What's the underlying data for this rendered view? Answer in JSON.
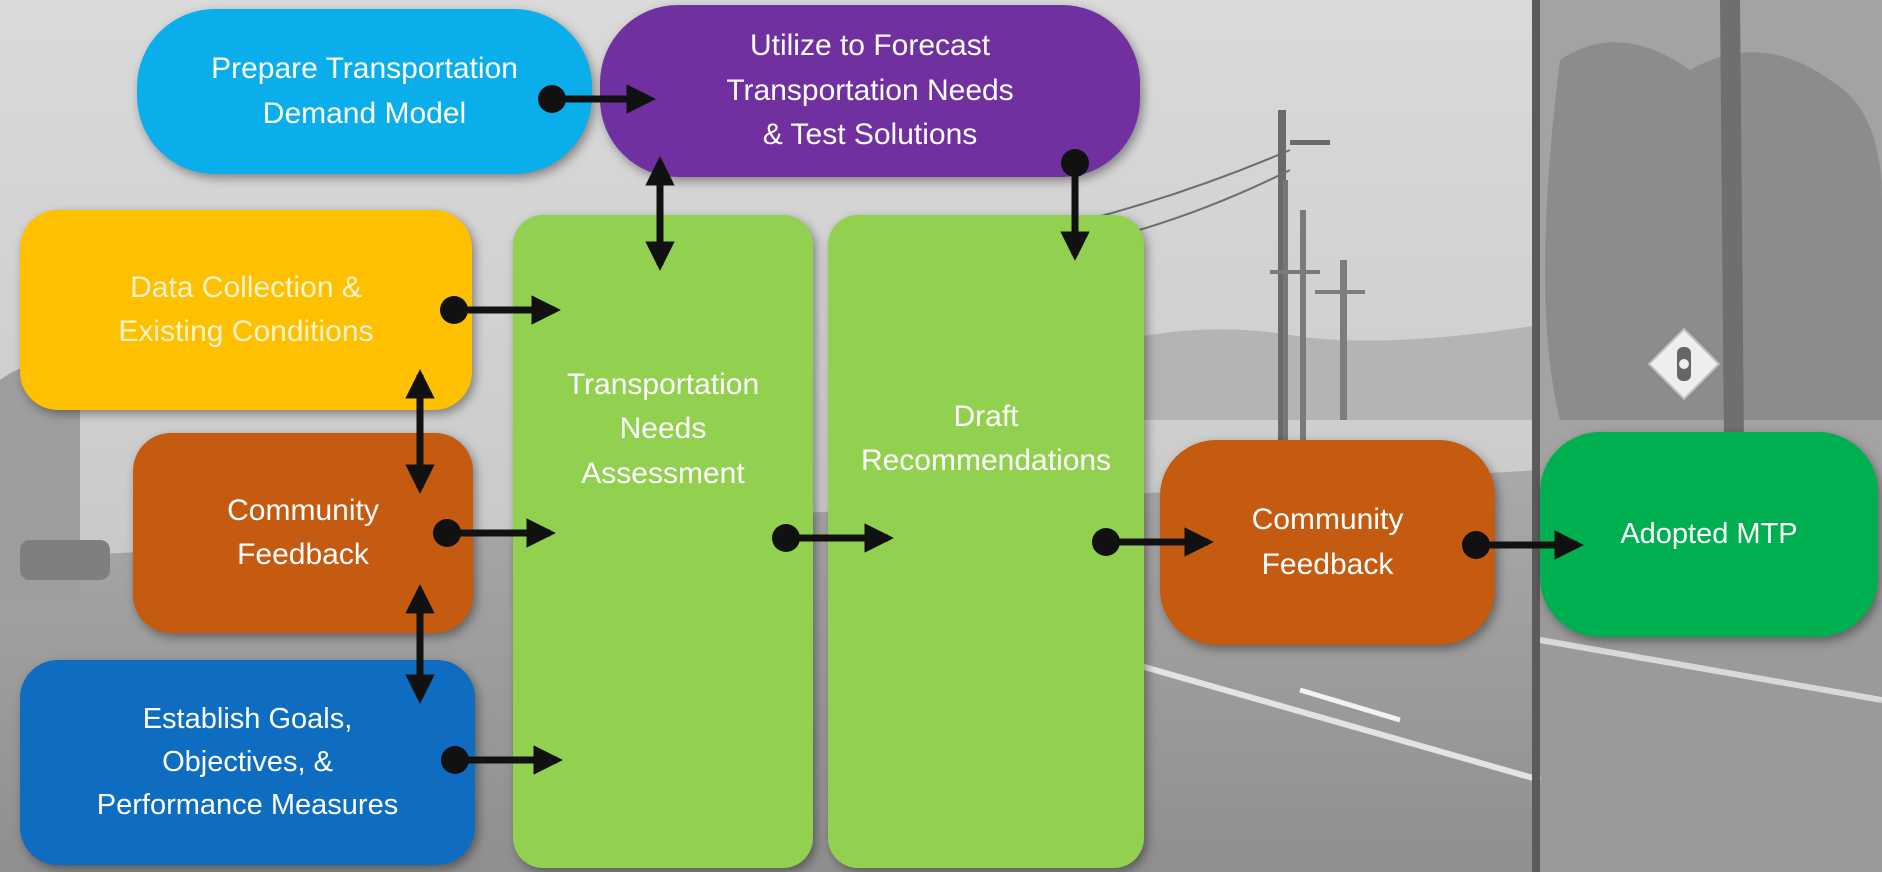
{
  "nodes": {
    "prepare_model": {
      "label": "Prepare Transportation\nDemand Model",
      "color": "#0aaeea"
    },
    "forecast": {
      "label": "Utilize to Forecast\nTransportation Needs\n& Test Solutions",
      "color": "#7030a0"
    },
    "data_collection": {
      "label": "Data Collection &\nExisting Conditions",
      "color": "#ffc000"
    },
    "community_feedback_left": {
      "label": "Community\nFeedback",
      "color": "#c55a11"
    },
    "goals": {
      "label": "Establish Goals,\nObjectives, &\nPerformance Measures",
      "color": "#0e6dc0"
    },
    "needs_assessment": {
      "label": "Transportation\nNeeds\nAssessment",
      "color": "#92d050"
    },
    "draft_recommendations": {
      "label": "Draft\nRecommendations",
      "color": "#92d050"
    },
    "community_feedback_right": {
      "label": "Community\nFeedback",
      "color": "#c55a11"
    },
    "adopted_mtp": {
      "label": "Adopted MTP",
      "color": "#00b050"
    }
  }
}
